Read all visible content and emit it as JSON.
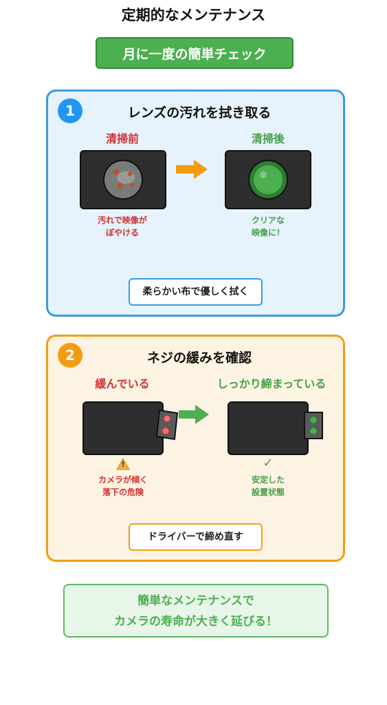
{
  "title": "定期的なメンテナンス",
  "badge": "月に一度の簡単チェック",
  "colors": {
    "blue": "#3a9ae0",
    "orange": "#f39c12",
    "green": "#4caf50",
    "red": "#d32f2f"
  },
  "section1": {
    "number": "1",
    "title": "レンズの汚れを拭き取る",
    "before_label": "清掃前",
    "after_label": "清掃後",
    "before_caption_1": "汚れで映像が",
    "before_caption_2": "ぼやける",
    "after_caption_1": "クリアな",
    "after_caption_2": "映像に！",
    "button": "柔らかい布で優しく拭く"
  },
  "section2": {
    "number": "2",
    "title": "ネジの緩みを確認",
    "before_label": "緩んでいる",
    "after_label": "しっかり締まっている",
    "warning_glyph": "!",
    "check_glyph": "✓",
    "before_caption_1": "カメラが傾く",
    "before_caption_2": "落下の危険",
    "after_caption_1": "安定した",
    "after_caption_2": "設置状態",
    "button": "ドライバーで締め直す"
  },
  "footer": {
    "line1": "簡単なメンテナンスで",
    "line2": "カメラの寿命が大きく延びる！"
  }
}
